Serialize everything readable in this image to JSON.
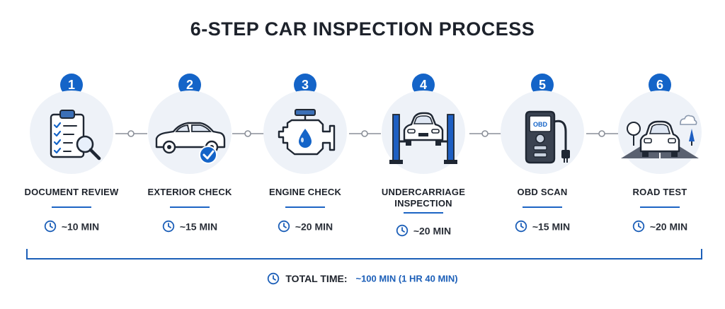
{
  "title": "6-STEP CAR INSPECTION PROCESS",
  "colors": {
    "accent": "#1464c8",
    "circle_bg": "#eef2f8",
    "text": "#1d222b",
    "connector": "#8a8f98"
  },
  "steps": [
    {
      "number": "1",
      "label": "DOCUMENT REVIEW",
      "time": "~10 MIN",
      "icon": "clipboard-magnifier-icon"
    },
    {
      "number": "2",
      "label": "EXTERIOR CHECK",
      "time": "~15 MIN",
      "icon": "car-check-icon"
    },
    {
      "number": "3",
      "label": "ENGINE CHECK",
      "time": "~20 MIN",
      "icon": "engine-oil-icon"
    },
    {
      "number": "4",
      "label": "UNDERCARRIAGE INSPECTION",
      "time": "~20 MIN",
      "icon": "car-lift-icon"
    },
    {
      "number": "5",
      "label": "OBD SCAN",
      "time": "~15 MIN",
      "icon": "obd-scanner-icon",
      "device_text": "OBD"
    },
    {
      "number": "6",
      "label": "ROAD TEST",
      "time": "~20 MIN",
      "icon": "car-road-icon"
    }
  ],
  "total": {
    "label": "TOTAL TIME:",
    "value": "~100 MIN (1 HR 40 MIN)"
  }
}
